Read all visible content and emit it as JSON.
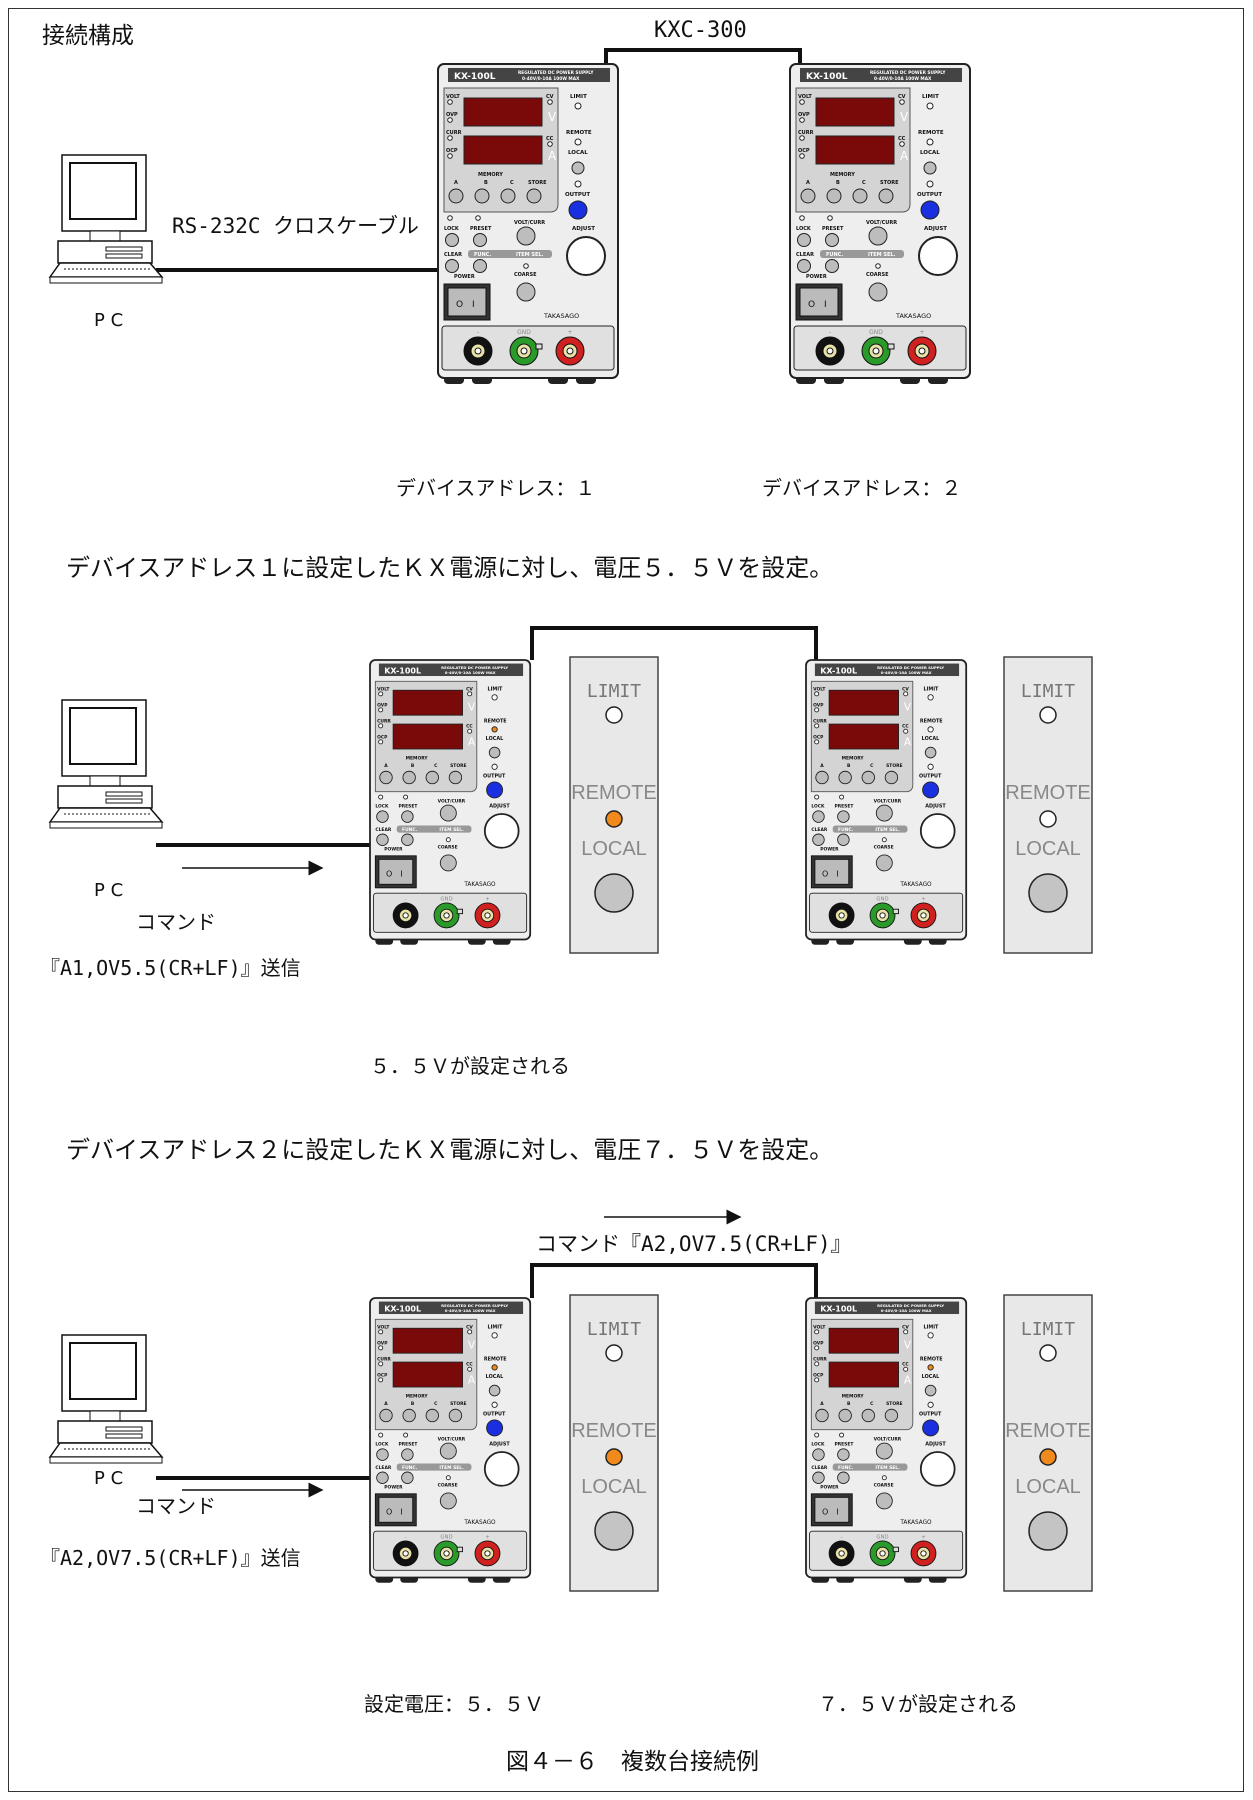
{
  "section_title": "接続構成",
  "cable_label": "KXC-300",
  "rs232_label": "RS-232C クロスケーブル",
  "pc_label": "P C",
  "address_1": "デバイスアドレス：１",
  "address_2": "デバイスアドレス：２",
  "step1": {
    "heading": "デバイスアドレス１に設定したＫＸ電源に対し、電圧５．５Ｖを設定。",
    "command_word": "コマンド",
    "command_text": "『A1,OV5.5(CR+LF)』送信",
    "result": "５．５Ｖが設定される"
  },
  "step2": {
    "heading": "デバイスアドレス２に設定したＫＸ電源に対し、電圧７．５Ｖを設定。",
    "command_word": "コマンド",
    "command_text": "『A2,OV7.5(CR+LF)』送信",
    "forward_command": "コマンド『A2,OV7.5(CR+LF)』",
    "result_left": "設定電圧：５．５Ｖ",
    "result_right": "７．５Ｖが設定される"
  },
  "caption": "図４－６　複数台接続例",
  "psu": {
    "model": "KX-100L",
    "spec_line1": "REGULATED DC POWER SUPPLY",
    "spec_line2": "0-40V/0-10A 100W MAX",
    "brand": "TAKASAGO",
    "labels": {
      "volt": "VOLT",
      "ovp": "OVP",
      "curr": "CURR",
      "ocp": "OCP",
      "cv": "CV",
      "cc": "CC",
      "v": "V",
      "a": "A",
      "limit": "LIMIT",
      "remote": "REMOTE",
      "local": "LOCAL",
      "output": "OUTPUT",
      "mem_a": "A",
      "memory": "MEMORY",
      "mem_b": "B",
      "mem_c": "C",
      "store": "STORE",
      "lock": "LOCK",
      "preset": "PRESET",
      "volt_curr": "VOLT/CURR",
      "clear": "CLEAR",
      "func": "FUNC.",
      "item_sel": "ITEM SEL.",
      "adjust": "ADJUST",
      "coarse": "COARSE",
      "power": "POWER",
      "minus": "-",
      "gnd": "GND",
      "plus": "+",
      "switch_off": "O",
      "switch_on": "I"
    }
  },
  "indicator_panel": {
    "limit": "LIMIT",
    "remote": "REMOTE",
    "local": "LOCAL"
  },
  "colors": {
    "output_button": "#1a2fe0",
    "remote_on": "#f08a1c",
    "display": "#7a0a0a",
    "term_black": "#111111",
    "term_green": "#2a9a2a",
    "term_red": "#d02020"
  }
}
